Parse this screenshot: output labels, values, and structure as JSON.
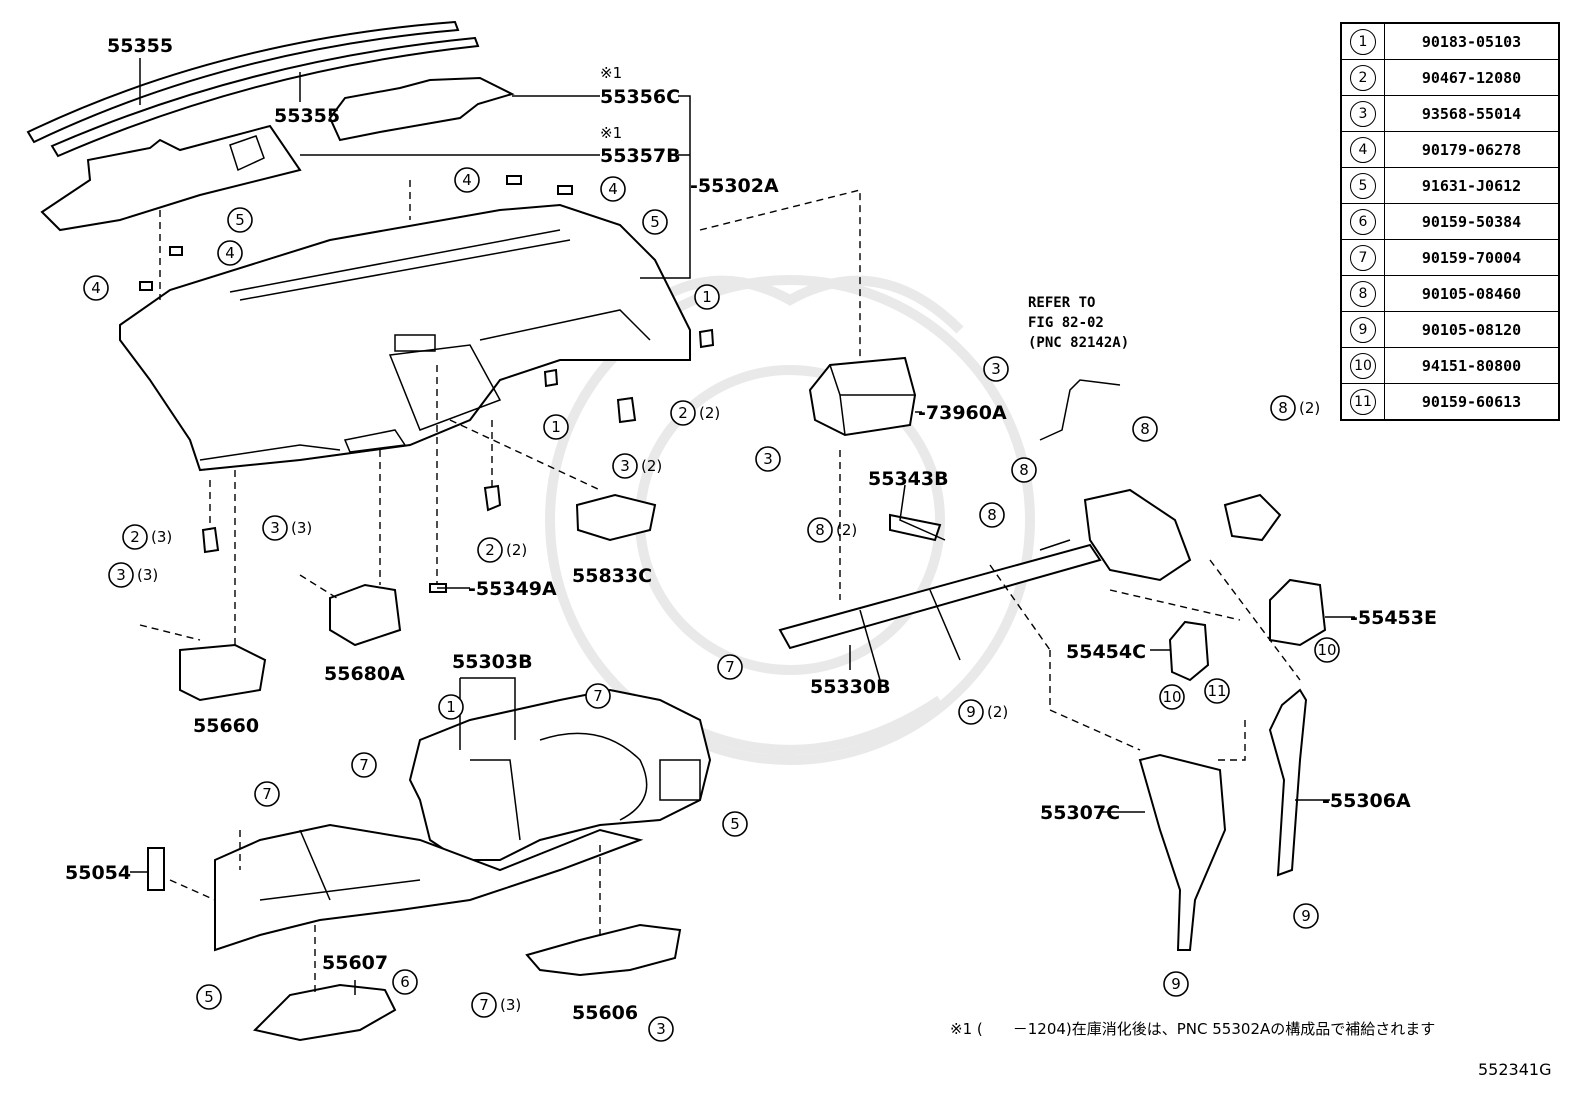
{
  "diagram_id": "552341G",
  "footnote": "※1 (　　－1204)在庫消化後は、PNC 55302Aの構成品で補給されます",
  "refer_note": [
    "REFER TO",
    "FIG 82-02",
    "(PNC 82142A)"
  ],
  "legend": [
    {
      "key": "1",
      "part": "90183-05103"
    },
    {
      "key": "2",
      "part": "90467-12080"
    },
    {
      "key": "3",
      "part": "93568-55014"
    },
    {
      "key": "4",
      "part": "90179-06278"
    },
    {
      "key": "5",
      "part": "91631-J0612"
    },
    {
      "key": "6",
      "part": "90159-50384"
    },
    {
      "key": "7",
      "part": "90159-70004"
    },
    {
      "key": "8",
      "part": "90105-08460"
    },
    {
      "key": "9",
      "part": "90105-08120"
    },
    {
      "key": "10",
      "part": "94151-80800"
    },
    {
      "key": "11",
      "part": "90159-60613"
    }
  ],
  "pnc_labels": {
    "p55355a": "55355",
    "p55355b": "55355",
    "p55356c": "55356C",
    "p55357b": "55357B",
    "p55302a": "-55302A",
    "p73960a": "-73960A",
    "p55343b": "55343B",
    "p55833c": "55833C",
    "p55349a": "-55349A",
    "p55680a": "55680A",
    "p55660": "55660",
    "p55303b": "55303B",
    "p55330b": "55330B",
    "p55453e": "-55453E",
    "p55454c": "55454C",
    "p55307c": "55307C",
    "p55306a": "-55306A",
    "p55054": "55054",
    "p55607": "55607",
    "p55606": "55606"
  },
  "notes": {
    "mark1": "※1",
    "mark2": "※1"
  },
  "callouts": [
    {
      "n": "5"
    },
    {
      "n": "4"
    },
    {
      "n": "4"
    },
    {
      "n": "4"
    },
    {
      "n": "5"
    },
    {
      "n": "4"
    },
    {
      "n": "1"
    },
    {
      "n": "1"
    },
    {
      "n": "2",
      "q": "(2)"
    },
    {
      "n": "3"
    },
    {
      "n": "3"
    },
    {
      "n": "3",
      "q": "(2)"
    },
    {
      "n": "2",
      "q": "(2)"
    },
    {
      "n": "2",
      "q": "(3)"
    },
    {
      "n": "3",
      "q": "(3)"
    },
    {
      "n": "3",
      "q": "(3)"
    },
    {
      "n": "8"
    },
    {
      "n": "8"
    },
    {
      "n": "8"
    },
    {
      "n": "8",
      "q": "(2)"
    },
    {
      "n": "8",
      "q": "(2)"
    },
    {
      "n": "9",
      "q": "(2)"
    },
    {
      "n": "1"
    },
    {
      "n": "7"
    },
    {
      "n": "7"
    },
    {
      "n": "7"
    },
    {
      "n": "7"
    },
    {
      "n": "5"
    },
    {
      "n": "6"
    },
    {
      "n": "7",
      "q": "(3)"
    },
    {
      "n": "3"
    },
    {
      "n": "5"
    },
    {
      "n": "10"
    },
    {
      "n": "11"
    },
    {
      "n": "10"
    },
    {
      "n": "9"
    },
    {
      "n": "9"
    }
  ]
}
